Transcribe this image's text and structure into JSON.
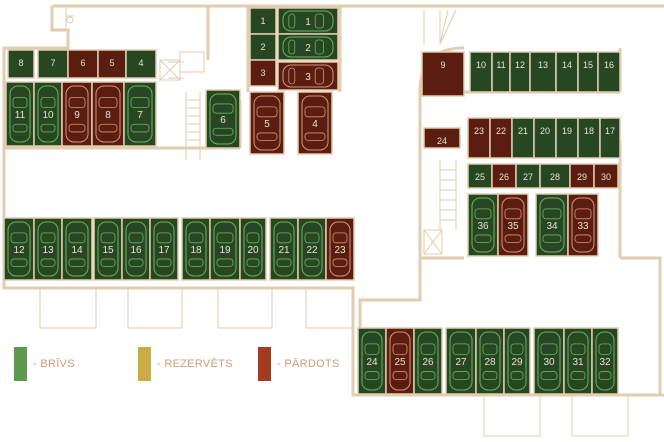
{
  "colors": {
    "wall": "#e2cdb0",
    "free": "#274723",
    "reserved": "#c8a24a",
    "sold": "#5a1d10",
    "car_free": "#6fb06a",
    "car_sold": "#d7967a",
    "label": "#e8e4cf",
    "legend_free": "#5e9a4b",
    "legend_reserved": "#c9ac45",
    "legend_sold": "#a23b1f"
  },
  "legend": [
    {
      "status": "free",
      "label": "- BRĪVS"
    },
    {
      "status": "reserved",
      "label": "- REZERVĒTS"
    },
    {
      "status": "sold",
      "label": "- PĀRDOTS"
    }
  ],
  "storages": [
    {
      "label": "8",
      "status": "free"
    },
    {
      "label": "7",
      "status": "free"
    },
    {
      "label": "6",
      "status": "sold"
    },
    {
      "label": "5",
      "status": "sold"
    },
    {
      "label": "4",
      "status": "free"
    },
    {
      "label": "1",
      "status": "free"
    },
    {
      "label": "2",
      "status": "free"
    },
    {
      "label": "3",
      "status": "sold"
    },
    {
      "label": "9",
      "status": "sold"
    },
    {
      "label": "10",
      "status": "free"
    },
    {
      "label": "11",
      "status": "free"
    },
    {
      "label": "12",
      "status": "free"
    },
    {
      "label": "13",
      "status": "free"
    },
    {
      "label": "14",
      "status": "free"
    },
    {
      "label": "15",
      "status": "free"
    },
    {
      "label": "16",
      "status": "free"
    },
    {
      "label": "23",
      "status": "sold"
    },
    {
      "label": "22",
      "status": "sold"
    },
    {
      "label": "21",
      "status": "free"
    },
    {
      "label": "20",
      "status": "free"
    },
    {
      "label": "19",
      "status": "free"
    },
    {
      "label": "18",
      "status": "free"
    },
    {
      "label": "17",
      "status": "free"
    },
    {
      "label": "24",
      "status": "sold"
    },
    {
      "label": "25",
      "status": "free"
    },
    {
      "label": "26",
      "status": "sold"
    },
    {
      "label": "27",
      "status": "free"
    },
    {
      "label": "28",
      "status": "free"
    },
    {
      "label": "29",
      "status": "sold"
    },
    {
      "label": "30",
      "status": "sold"
    }
  ],
  "parking": [
    {
      "label": "11",
      "status": "free"
    },
    {
      "label": "10",
      "status": "free"
    },
    {
      "label": "9",
      "status": "sold"
    },
    {
      "label": "8",
      "status": "sold"
    },
    {
      "label": "7",
      "status": "free"
    },
    {
      "label": "6",
      "status": "free"
    },
    {
      "label": "5",
      "status": "sold"
    },
    {
      "label": "4",
      "status": "sold"
    },
    {
      "label": "1",
      "status": "free"
    },
    {
      "label": "2",
      "status": "free"
    },
    {
      "label": "3",
      "status": "sold"
    },
    {
      "label": "12",
      "status": "free"
    },
    {
      "label": "13",
      "status": "free"
    },
    {
      "label": "14",
      "status": "free"
    },
    {
      "label": "15",
      "status": "free"
    },
    {
      "label": "16",
      "status": "free"
    },
    {
      "label": "17",
      "status": "free"
    },
    {
      "label": "18",
      "status": "free"
    },
    {
      "label": "19",
      "status": "free"
    },
    {
      "label": "20",
      "status": "free"
    },
    {
      "label": "21",
      "status": "free"
    },
    {
      "label": "22",
      "status": "free"
    },
    {
      "label": "23",
      "status": "sold"
    },
    {
      "label": "36",
      "status": "free"
    },
    {
      "label": "35",
      "status": "sold"
    },
    {
      "label": "34",
      "status": "free"
    },
    {
      "label": "33",
      "status": "sold"
    },
    {
      "label": "24",
      "status": "free"
    },
    {
      "label": "25",
      "status": "sold"
    },
    {
      "label": "26",
      "status": "free"
    },
    {
      "label": "27",
      "status": "free"
    },
    {
      "label": "28",
      "status": "free"
    },
    {
      "label": "29",
      "status": "free"
    },
    {
      "label": "30",
      "status": "free"
    },
    {
      "label": "31",
      "status": "free"
    },
    {
      "label": "32",
      "status": "free"
    }
  ]
}
